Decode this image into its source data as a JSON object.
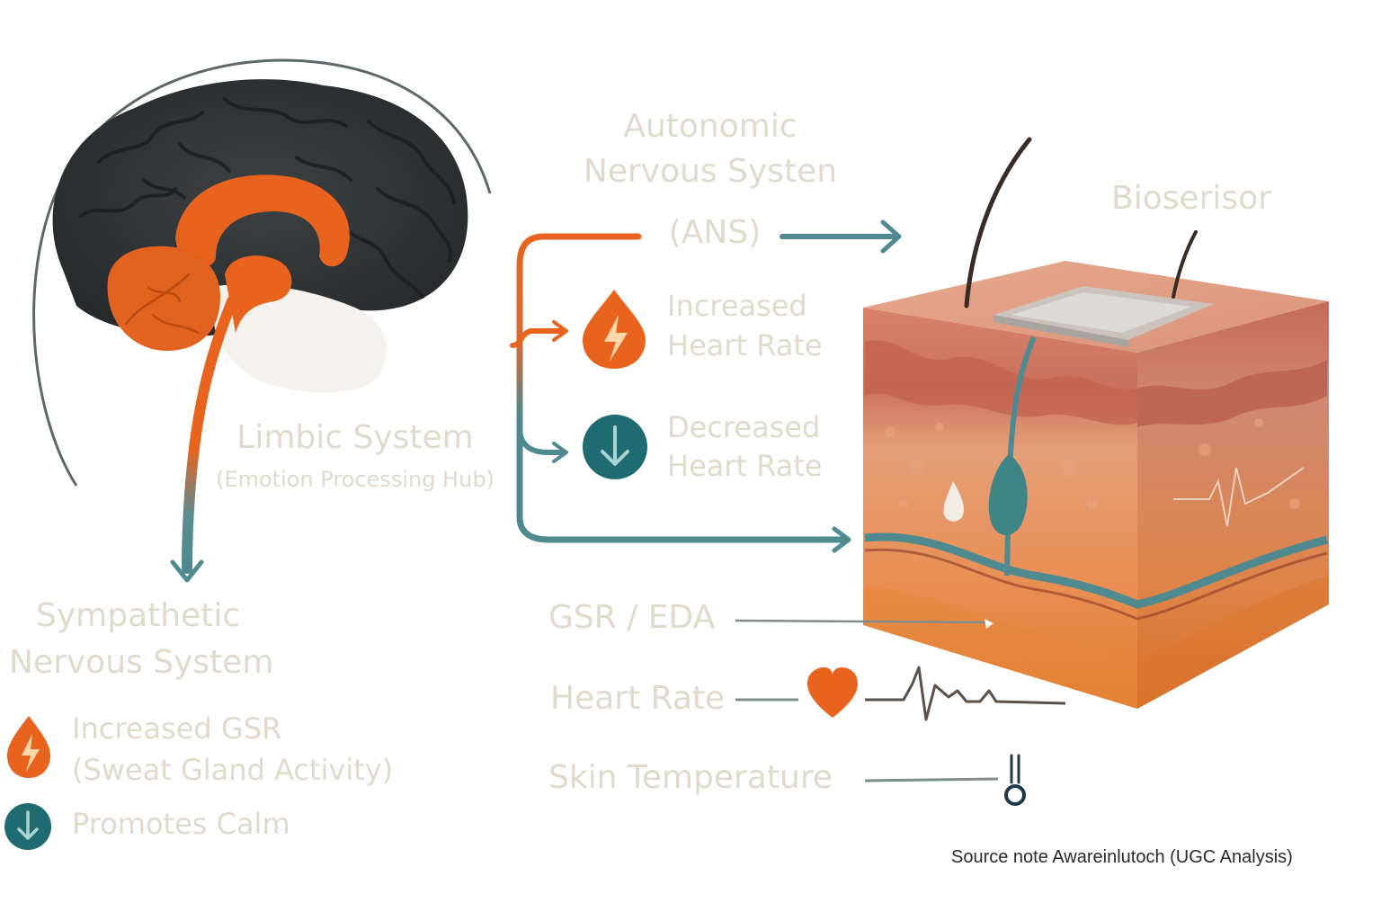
{
  "ans": {
    "line1": "Autonomic",
    "line2": "Nervous Systen",
    "line3": "(ANS)"
  },
  "biosensor": {
    "label": "Bioserisor"
  },
  "increased_hr": {
    "line1": "Increased",
    "line2": "Heart Rate",
    "icon": "bolt-drop-icon",
    "color": "#e8641e"
  },
  "decreased_hr": {
    "line1": "Decreased",
    "line2": "Heart Rate",
    "icon": "arrow-down-circle-icon",
    "color": "#1f6b72"
  },
  "limbic": {
    "title": "Limbic System",
    "subtitle": "(Emotion Processing Hub)"
  },
  "sympathetic": {
    "line1": "Sympathetic",
    "line2": "Nervous System",
    "items": [
      {
        "line1": "Increased GSR",
        "line2": "(Sweat Gland Activity)",
        "icon": "bolt-drop-icon"
      },
      {
        "line1": "Promotes Calm",
        "icon": "arrow-down-circle-icon"
      }
    ]
  },
  "measures": {
    "gsr": "GSR / EDA",
    "heart_rate": "Heart Rate",
    "skin_temp": "Skin Temperature"
  },
  "source_note": "Source note Awareinlutoch (UGC Analysis)",
  "colors": {
    "orange": "#e8641e",
    "teal": "#4e8a8f",
    "label": "#e2d9cd"
  }
}
